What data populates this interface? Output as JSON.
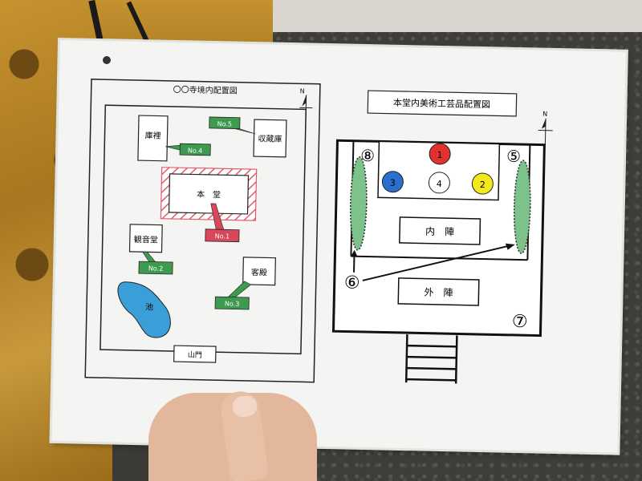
{
  "left_map": {
    "title": "〇〇寺境内配置図",
    "north": "N",
    "buildings": {
      "kuri": "庫裡",
      "shuzoko": "収蔵庫",
      "hondo": "本　堂",
      "kannondo": "観音堂",
      "kyakuden": "客殿",
      "ike": "池",
      "sanmon": "山門"
    },
    "tags": {
      "no1": "No.1",
      "no2": "No.2",
      "no3": "No.3",
      "no4": "No.4",
      "no5": "No.5"
    }
  },
  "right_map": {
    "title": "本堂内美術工芸品配置図",
    "north": "N",
    "rooms": {
      "naijin": "内　陣",
      "gejin": "外　陣"
    },
    "positions": {
      "p1": "1",
      "p2": "2",
      "p3": "3",
      "p4": "4",
      "p5": "⑤",
      "p6": "⑥",
      "p7": "⑦",
      "p8": "⑧"
    }
  },
  "colors": {
    "red_tag": "#d9485a",
    "green_tag": "#3e9a4e",
    "pond": "#3a9fd8",
    "pos_red": "#e0322f",
    "pos_yellow": "#f2e81c",
    "pos_blue": "#2a6fce",
    "pos_green": "#7cc28a"
  }
}
